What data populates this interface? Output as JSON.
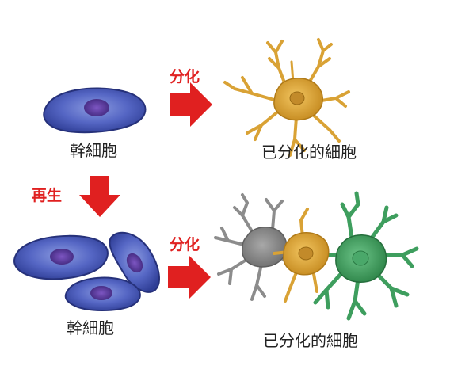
{
  "labels": {
    "differentiate_top": "分化",
    "differentiate_bottom": "分化",
    "regenerate": "再生",
    "stem_cell_top": "幹細胞",
    "stem_cell_bottom": "幹細胞",
    "differentiated_top": "已分化的細胞",
    "differentiated_bottom": "已分化的細胞"
  },
  "colors": {
    "arrow": "#e02020",
    "label_red": "#e02020",
    "stem_cell": "#4e5fb8",
    "nucleus": "#5b3a9a",
    "neuron_yellow": "#d9a235",
    "neuron_gray": "#8c8c8c",
    "neuron_green": "#3e9e5e"
  }
}
